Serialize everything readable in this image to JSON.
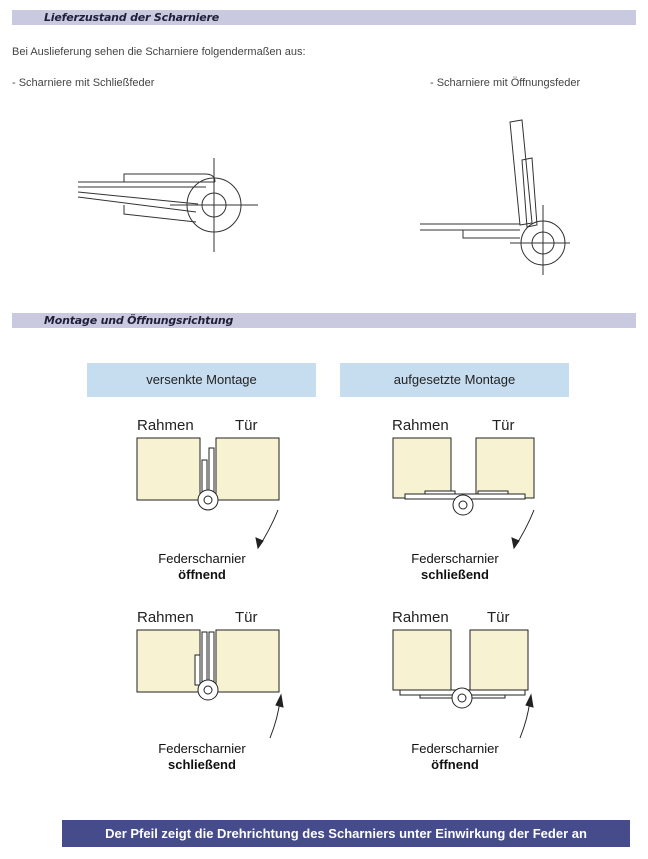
{
  "section1": {
    "title": "Lieferzustand der Scharniere",
    "intro": "Bei Auslieferung sehen die Scharniere folgendermaßen aus:",
    "left_label": "- Scharniere mit Schließfeder",
    "right_label": "- Scharniere mit Öffnungsfeder"
  },
  "section2": {
    "title": "Montage und Öffnungsrichtung",
    "col_left": "versenkte Montage",
    "col_right": "aufgesetzte Montage",
    "diagrams": [
      {
        "rahmen": "Rahmen",
        "tuer": "Tür",
        "caption_1": "Federscharnier",
        "caption_2": "öffnend"
      },
      {
        "rahmen": "Rahmen",
        "tuer": "Tür",
        "caption_1": "Federscharnier",
        "caption_2": "schließend"
      },
      {
        "rahmen": "Rahmen",
        "tuer": "Tür",
        "caption_1": "Federscharnier",
        "caption_2": "schließend"
      },
      {
        "rahmen": "Rahmen",
        "tuer": "Tür",
        "caption_1": "Federscharnier",
        "caption_2": "öffnend"
      }
    ]
  },
  "footer": "Der Pfeil zeigt die Drehrichtung des Scharniers unter Einwirkung der Feder an",
  "colors": {
    "section_bar": "#c9c9e0",
    "label_box": "#c6dcef",
    "panel_fill": "#f7f3d2",
    "footer_bar": "#464b8c"
  }
}
